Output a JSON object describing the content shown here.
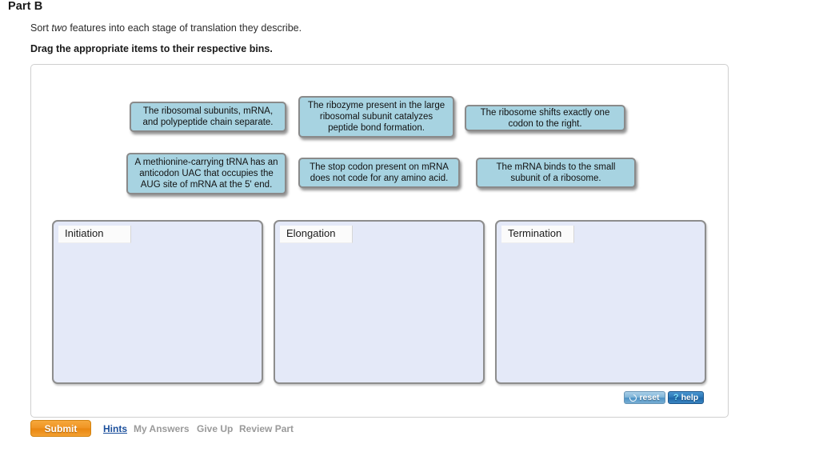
{
  "header": {
    "part_title": "Part B",
    "instruction_prefix": "Sort ",
    "instruction_emphasis": "two",
    "instruction_suffix": " features into each stage of translation they describe.",
    "instruction_bold": "Drag the appropriate items to their respective bins."
  },
  "tiles": [
    {
      "id": "tile-1",
      "text": "The ribosomal subunits, mRNA, and polypeptide chain separate."
    },
    {
      "id": "tile-2",
      "text": "The ribozyme present in the large ribosomal subunit catalyzes peptide bond formation."
    },
    {
      "id": "tile-3",
      "text": "The ribosome shifts exactly one codon to the right."
    },
    {
      "id": "tile-4",
      "text": "A methionine-carrying tRNA has an anticodon UAC that occupies the AUG site of mRNA at the 5' end."
    },
    {
      "id": "tile-5",
      "text": "The stop codon present on mRNA does not code for any amino acid."
    },
    {
      "id": "tile-6",
      "text": "The mRNA binds to the small subunit of a ribosome."
    }
  ],
  "bins": [
    {
      "id": "bin-initiation",
      "label": "Initiation",
      "items": []
    },
    {
      "id": "bin-elongation",
      "label": "Elongation",
      "items": []
    },
    {
      "id": "bin-termination",
      "label": "Termination",
      "items": []
    }
  ],
  "tools": {
    "reset_label": "reset",
    "reset_icon": "reset-circular-arrow-icon",
    "help_label": "help",
    "help_icon": "question-mark-icon"
  },
  "footer": {
    "submit_label": "Submit",
    "hints_label": "Hints",
    "my_answers_label": "My Answers",
    "give_up_label": "Give Up",
    "review_part_label": "Review Part"
  },
  "colors": {
    "tile_fill": "#a7d3e1",
    "tile_border": "#8a8a8a",
    "bin_fill": "#e4e9f8",
    "bin_border": "#8d8d8d",
    "submit_orange": "#ef9322",
    "link_blue": "#1b4f9c",
    "help_blue": "#2a77b8"
  }
}
